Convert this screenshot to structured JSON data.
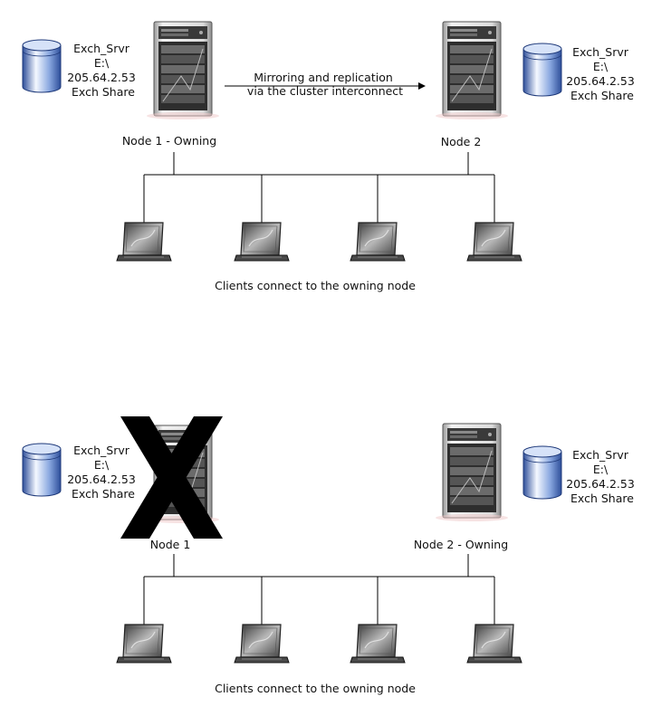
{
  "colors": {
    "disk_light": "#f4f8ff",
    "disk_mid": "#8aa8e0",
    "disk_dark": "#2d4e9a",
    "server_body": "#e8e8e8",
    "server_dark": "#3a3a3a",
    "failure_x": "#000000"
  },
  "icons": {
    "storage": "database-cylinder-icon",
    "server": "server-tower-icon",
    "client": "laptop-icon",
    "failure": "failure-x-icon"
  },
  "top": {
    "storage_left": [
      "Exch_Srvr",
      "E:\\",
      "205.64.2.53",
      "Exch Share"
    ],
    "storage_right": [
      "Exch_Srvr",
      "E:\\",
      "205.64.2.53",
      "Exch Share"
    ],
    "node_left_label": "Node 1 - Owning",
    "node_right_label": "Node 2",
    "interconnect_line1": "Mirroring and replication",
    "interconnect_line2": "via the cluster interconnect",
    "clients_caption": "Clients connect to the owning node"
  },
  "bottom": {
    "storage_left": [
      "Exch_Srvr",
      "E:\\",
      "205.64.2.53",
      "Exch Share"
    ],
    "storage_right": [
      "Exch_Srvr",
      "E:\\",
      "205.64.2.53",
      "Exch Share"
    ],
    "node_left_label": "Node 1",
    "node_right_label": "Node 2 - Owning",
    "clients_caption": "Clients connect to the owning node"
  }
}
